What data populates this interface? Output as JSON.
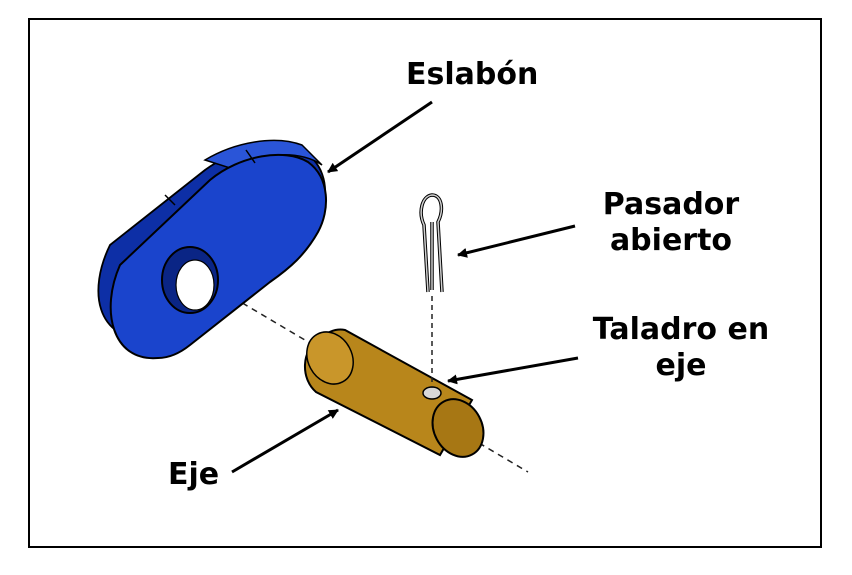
{
  "labels": {
    "link": "Eslabón",
    "cotter_pin_line1": "Pasador",
    "cotter_pin_line2": "abierto",
    "hole_line1": "Taladro en",
    "hole_line2": "eje",
    "shaft": "Eje"
  },
  "colors": {
    "link": "#1a44cc",
    "shaft": "#b8861b",
    "outline": "#000000"
  }
}
